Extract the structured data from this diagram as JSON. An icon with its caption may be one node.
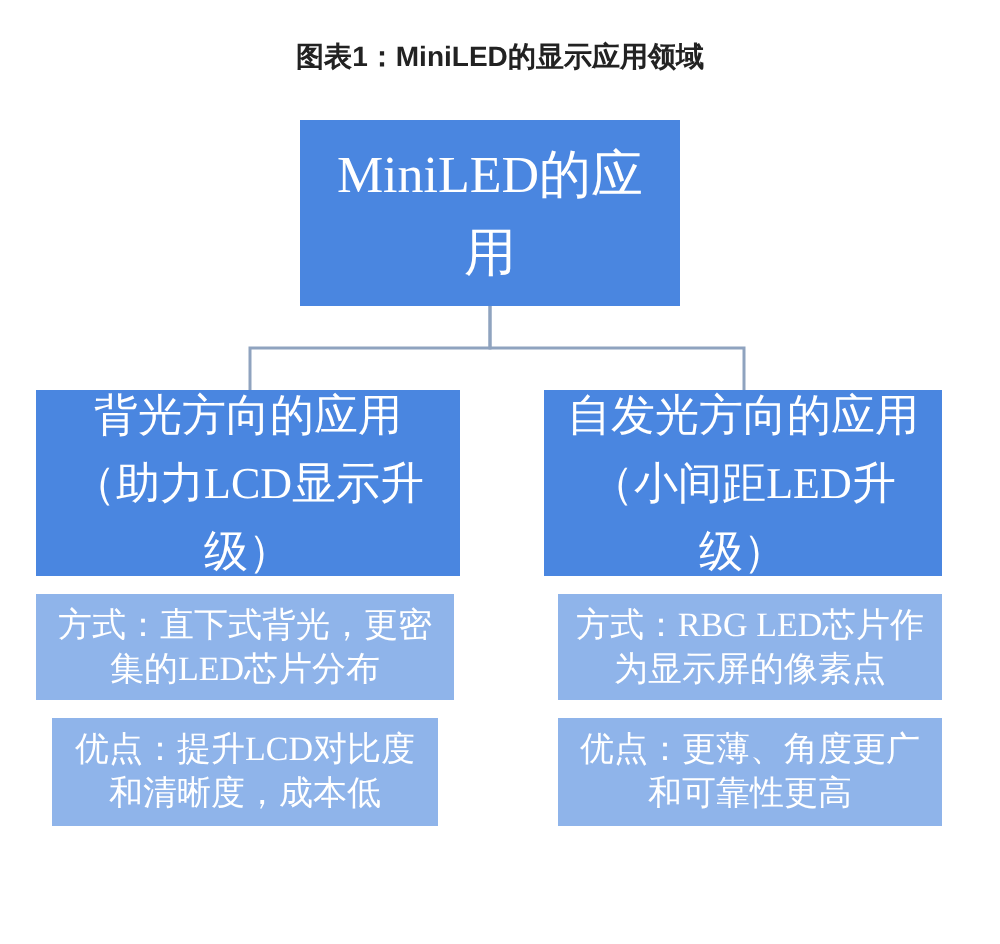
{
  "diagram": {
    "title": "图表1：MiniLED的显示应用领域",
    "nodes": [
      {
        "text": [
          "MiniLED的应用"
        ]
      },
      {
        "text": [
          "背光方向的应用",
          "（助力LCD显示升级）"
        ]
      },
      {
        "text": [
          "自发光方向的应用",
          "（小间距LED升级）"
        ]
      },
      {
        "text": [
          "方式：直下式背光，更密集的LED芯片分布"
        ]
      },
      {
        "text": [
          "优点：提升LCD对比度和清晰度，成本低"
        ]
      },
      {
        "text": [
          "方式：RBG LED芯片作为显示屏的像素点"
        ]
      },
      {
        "text": [
          "优点：更薄、角度更广和可靠性更高"
        ]
      }
    ],
    "edges": [
      {
        "from": 0,
        "to": 1,
        "arrow": "none"
      },
      {
        "from": 0,
        "to": 2,
        "arrow": "none"
      }
    ]
  }
}
